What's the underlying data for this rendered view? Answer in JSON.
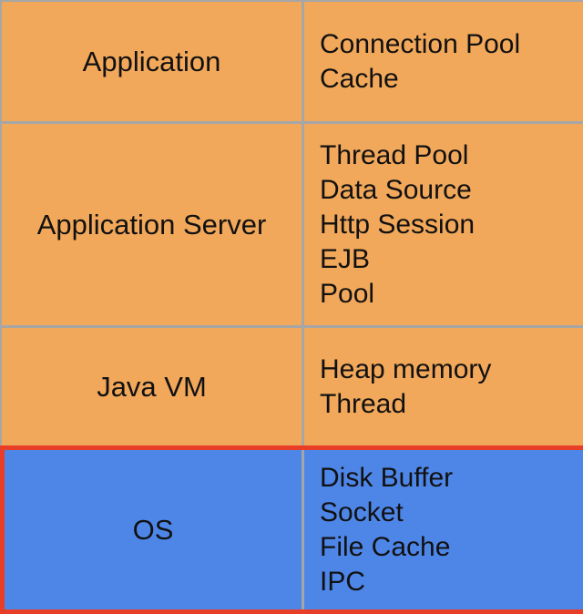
{
  "diagram": {
    "description": "Layered software architecture stack with resources per layer",
    "rows": [
      {
        "layer": "Application",
        "items": [
          "Connection Pool",
          "Cache"
        ],
        "highlighted": false
      },
      {
        "layer": "Application Server",
        "items": [
          "Thread Pool",
          "Data Source",
          "Http Session",
          "EJB",
          "Pool"
        ],
        "highlighted": false
      },
      {
        "layer": "Java VM",
        "items": [
          "Heap memory",
          "Thread"
        ],
        "highlighted": false
      },
      {
        "layer": "OS",
        "items": [
          "Disk Buffer",
          "Socket",
          "File Cache",
          "IPC"
        ],
        "highlighted": true
      }
    ],
    "colors": {
      "layer_fill": "#F2A85A",
      "highlight_fill": "#4E86E8",
      "highlight_border": "#E83E28",
      "grid_line": "#A6A6A6",
      "text": "#111111"
    }
  }
}
